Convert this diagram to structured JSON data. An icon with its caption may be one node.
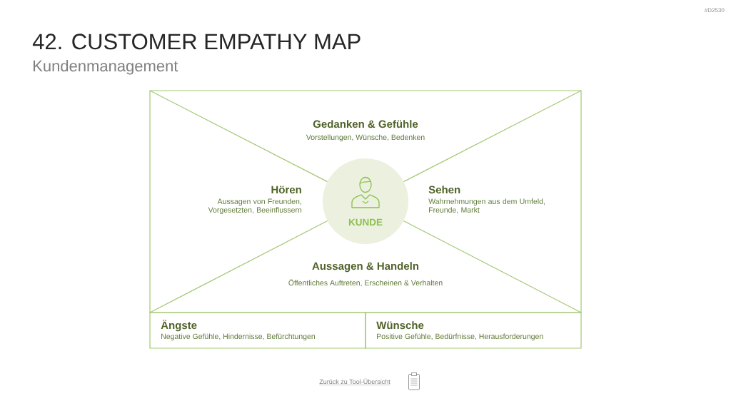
{
  "diagram": {
    "title": "42. CUSTOMER EMPATHY MAP",
    "nodes": [
      {
        "text": [],
        "shape": "box"
      },
      {
        "text": [
          "Gedanken & Gefühle",
          "Vorstellungen, Wünsche, Bedenken"
        ],
        "in": 0
      },
      {
        "text": [
          "Hören",
          "Aussagen von Freunden, Vorgesetzten, Beeinflussern"
        ],
        "in": 0
      },
      {
        "text": [
          "KUNDE"
        ],
        "in": 0
      },
      {
        "text": [
          "Sehen",
          "Wahrnehmungen aus dem Umfeld, Freunde, Markt"
        ],
        "in": 0
      },
      {
        "text": [
          "Aussagen & Handeln",
          "Öffentliches Auftreten, Erscheinen & Verhalten"
        ],
        "in": 0
      },
      {
        "text": [
          "Ängste",
          "Negative Gefühle, Hindernisse, Befürchtungen"
        ]
      },
      {
        "text": [
          "Wünsche",
          "Positive Gefühle, Bedürfnisse, Herausforderungen"
        ]
      }
    ],
    "labels": [
      "#D2530",
      "Kundenmanagement",
      "Zurück zu Tool-Übersicht"
    ]
  }
}
